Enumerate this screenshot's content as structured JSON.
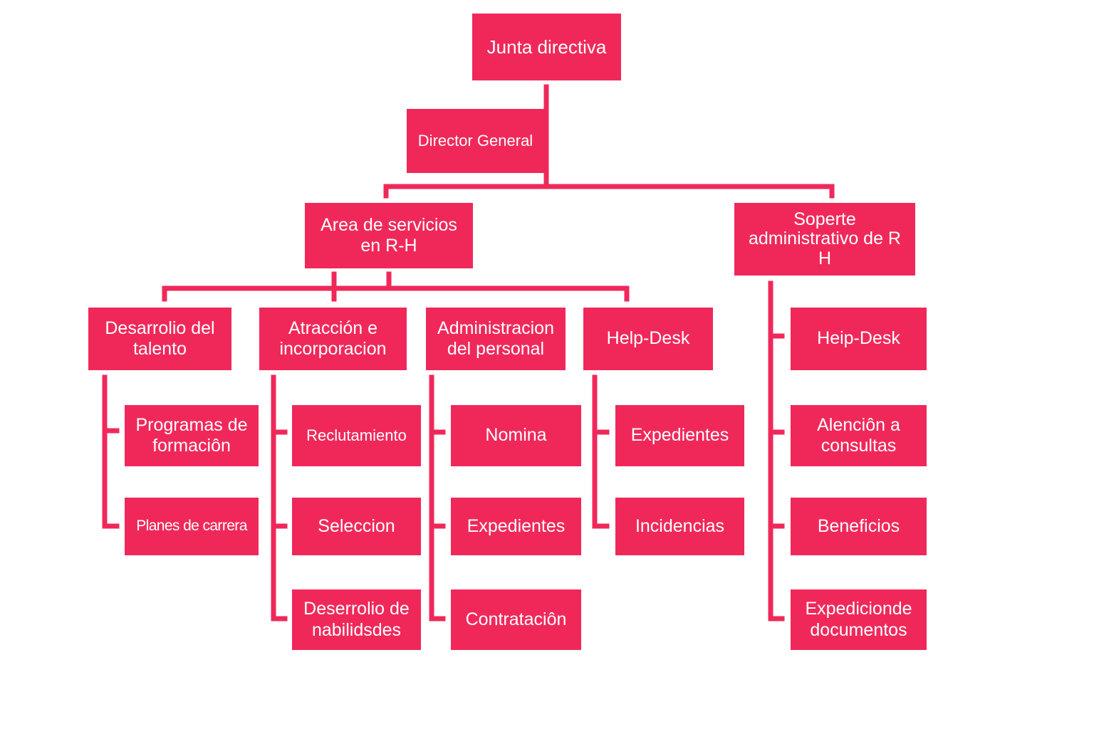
{
  "colors": {
    "box_fill": "#f0285a",
    "connector": "#f0285a",
    "text": "#ffffff",
    "background": "#ffffff"
  },
  "nodes": {
    "junta_directiva": "Junta directiva",
    "director_general": "Director General",
    "area_servicios": "Area de servicios\nen R-H",
    "soporte_admin": "Soperte\nadministrativo de R\nH",
    "desarrollo_talento": "Desarrolio del\ntalento",
    "atraccion": "Atracción e\nincorporacion",
    "administracion_personal": "Administracion\ndel personal",
    "help_desk": "Help-Desk",
    "heip_desk": "Heip-Desk",
    "programas_formacion": "Programas de\nformaciôn",
    "planes_carrera": "Planes de carrera",
    "reclutamiento": "Reclutamiento",
    "seleccion": "Seleccion",
    "desarrollo_habilidades": "Deserrolio de\nnabilidsdes",
    "nomina": "Nomina",
    "expedientes_admin": "Expedientes",
    "contratacion": "Contrataciôn",
    "expedientes_help": "Expedientes",
    "incidencias": "Incidencias",
    "atencion_consultas": "Alenciôn a\nconsultas",
    "beneficios": "Beneficios",
    "expedicion_documentos": "Expedicionde\ndocumentos"
  }
}
